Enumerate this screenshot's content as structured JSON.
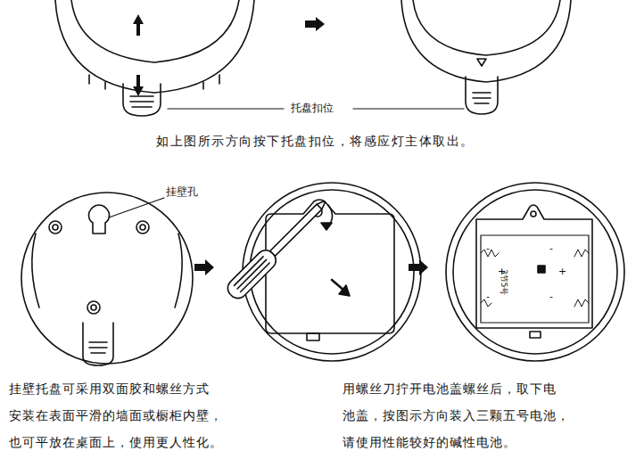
{
  "diagram": {
    "labels": [
      "托盘扣位",
      "如上图所示方向按下托盘扣位，将感应灯主体取出。",
      "挂壁孔",
      "3节5号",
      "-",
      "+",
      "-",
      "-",
      "+",
      "-",
      "挂壁托盘可采用双面胶和螺丝方式 安装在表面平滑的墙面或橱柜内壁， 也可平放在桌面上，使用更人性化。",
      "用螺丝刀拧开电池盖螺丝后，取下电 池盖，按图示方向装入三颗五号电池， 请使用性能较好的碱性电池。"
    ]
  }
}
